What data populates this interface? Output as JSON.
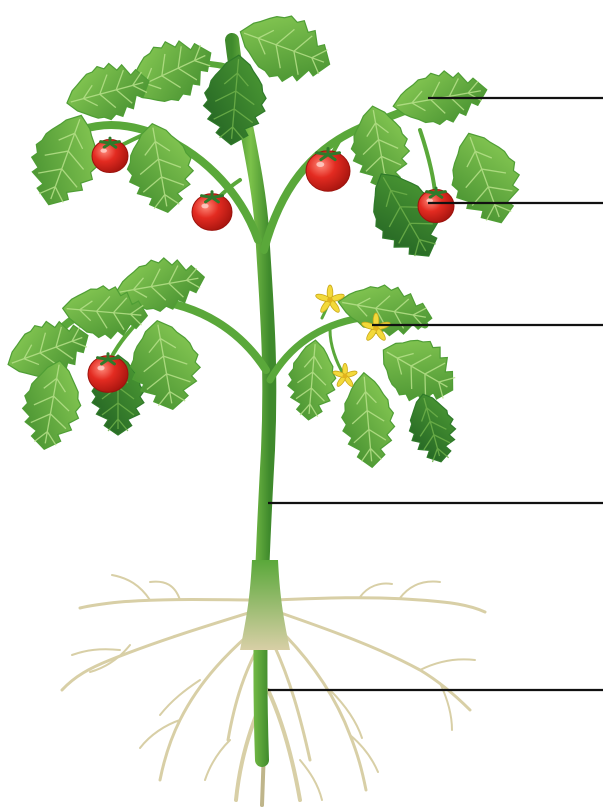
{
  "diagram": {
    "subject": "tomato-plant",
    "parts": [
      {
        "key": "leaf",
        "label": ""
      },
      {
        "key": "fruit",
        "label": ""
      },
      {
        "key": "flower",
        "label": ""
      },
      {
        "key": "stem",
        "label": ""
      },
      {
        "key": "root",
        "label": ""
      }
    ]
  },
  "colors": {
    "leaf_light": "#7cc24a",
    "leaf_mid": "#4f9e35",
    "leaf_dark": "#2f7a2a",
    "leaf_vein": "#b6e08a",
    "stem": "#5aa83a",
    "stem_dark": "#3f8a2c",
    "fruit": "#e32b21",
    "fruit_highlight": "#ff8a7a",
    "calyx": "#2f7a2a",
    "flower": "#f3d93a",
    "root": "#d8cfa6",
    "root_dark": "#bfb58a",
    "pointer_line": "#111111",
    "background": "#ffffff"
  }
}
